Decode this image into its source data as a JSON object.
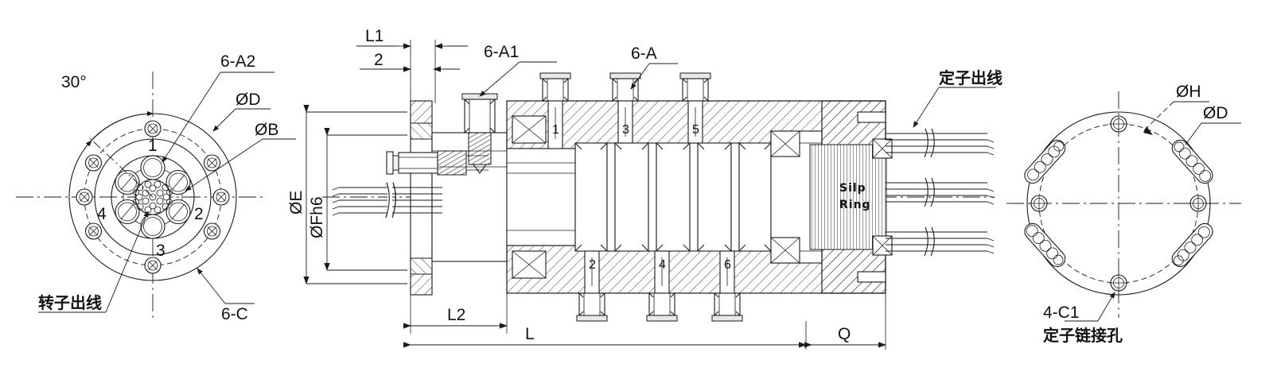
{
  "drawing": {
    "title": "Slip Ring Assembly Engineering Drawing",
    "views": {
      "left": {
        "name": "rotor-end-view",
        "labels": {
          "angle": "30°",
          "six_a2": "6-A2",
          "dia_d": "ØD",
          "dia_b": "ØB",
          "six_c": "6-C",
          "rotor_lead": "转子出线"
        },
        "hole_numbers": [
          "1",
          "2",
          "3",
          "4"
        ]
      },
      "middle": {
        "name": "cross-section-view",
        "labels": {
          "l1": "L1",
          "two": "2",
          "six_a1": "6-A1",
          "six_a": "6-A",
          "dia_e": "ØE",
          "dia_fh6": "ØFh6",
          "l2": "L2",
          "l": "L",
          "q": "Q",
          "slip_ring_line1": "Silp",
          "slip_ring_line2": "Ring",
          "stator_lead": "定子出线"
        },
        "bolt_numbers_top": [
          "1",
          "3",
          "5"
        ],
        "bolt_numbers_bottom": [
          "2",
          "4",
          "6"
        ]
      },
      "right": {
        "name": "stator-end-view",
        "labels": {
          "dia_h": "ØH",
          "dia_d": "ØD",
          "four_c1": "4-C1",
          "stator_hole": "定子链接孔"
        }
      }
    },
    "colors": {
      "line": "#1a1a1a",
      "fill_light": "#f2f2f2",
      "background": "#ffffff"
    }
  }
}
